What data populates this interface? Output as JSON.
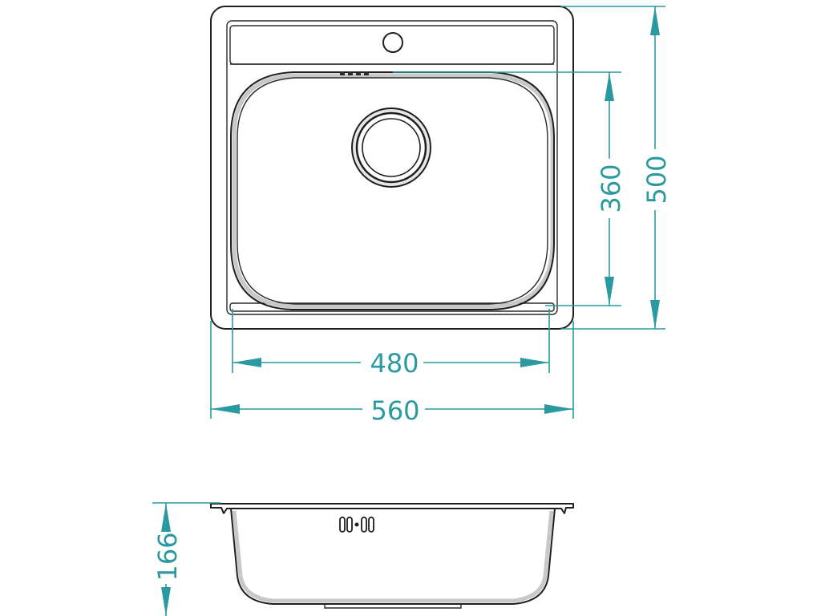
{
  "dimensions": {
    "width_overall": "560",
    "width_bowl": "480",
    "depth_bowl": "360",
    "depth_overall": "500",
    "height": "166"
  },
  "colors": {
    "dimension": "#2a9aa0",
    "outline": "#1f1f1f",
    "background": "#ffffff"
  },
  "icons": {
    "tap-hole": "circle",
    "drain": "concentric-circles",
    "overflow": "three-slots"
  }
}
